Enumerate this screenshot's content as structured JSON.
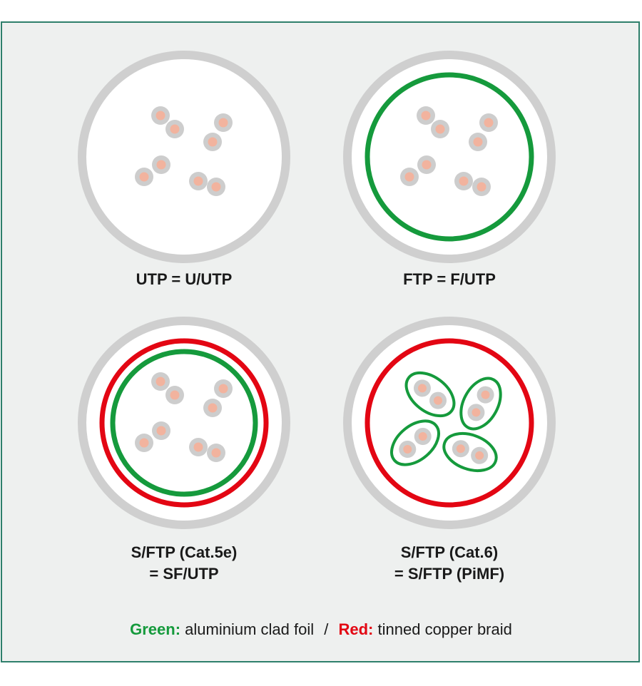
{
  "colors": {
    "frame_border": "#2e7f6b",
    "background": "#eef0ef",
    "jacket": "#cfcfcf",
    "foil_green": "#159a3c",
    "braid_red": "#e30613",
    "wire_outer": "#cdcdcd",
    "wire_core": "#f2b39e"
  },
  "cables": [
    {
      "label_line1": "UTP = U/UTP",
      "label_line2": ""
    },
    {
      "label_line1": "FTP = F/UTP",
      "label_line2": ""
    },
    {
      "label_line1": "S/FTP (Cat.5e)",
      "label_line2": "= SF/UTP"
    },
    {
      "label_line1": "S/FTP (Cat.6)",
      "label_line2": "= S/FTP (PiMF)"
    }
  ],
  "legend": {
    "green_label": "Green:",
    "green_text": "aluminium clad foil",
    "separator": "/",
    "red_label": "Red:",
    "red_text": "tinned copper braid"
  }
}
